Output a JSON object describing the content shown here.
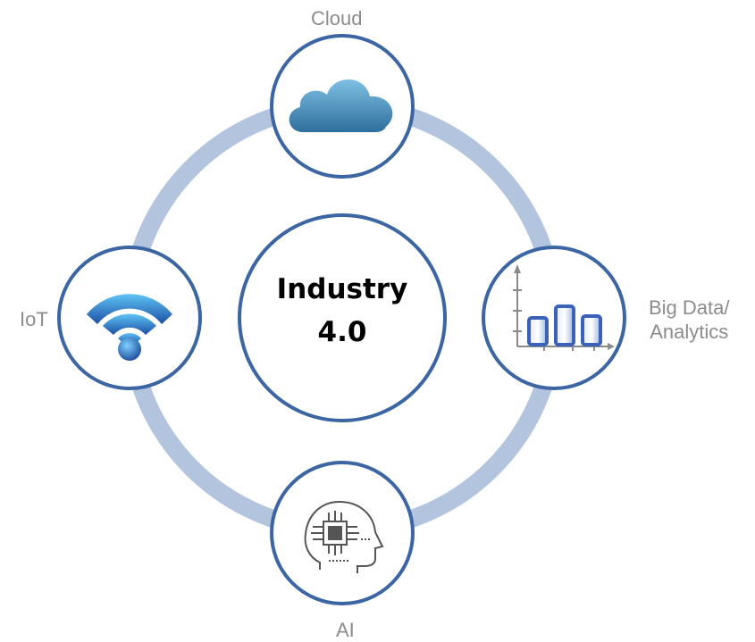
{
  "center": {
    "line1": "Industry",
    "line2": "4.0"
  },
  "nodes": {
    "cloud": {
      "label": "Cloud",
      "icon": "cloud-icon"
    },
    "analytics": {
      "label_line1": "Big Data/",
      "label_line2": "Analytics",
      "icon": "bar-chart-icon"
    },
    "ai": {
      "label": "AI",
      "icon": "ai-head-chip-icon"
    },
    "iot": {
      "label": "IoT",
      "icon": "wifi-icon"
    }
  },
  "colors": {
    "ring": "#b3c4de",
    "circle_stroke": "#3b65a3",
    "label": "#8c8c8c",
    "cloud_fill": "#4a93bf",
    "wifi_fill": "#2f78c8",
    "ai_icon": "#555555"
  }
}
